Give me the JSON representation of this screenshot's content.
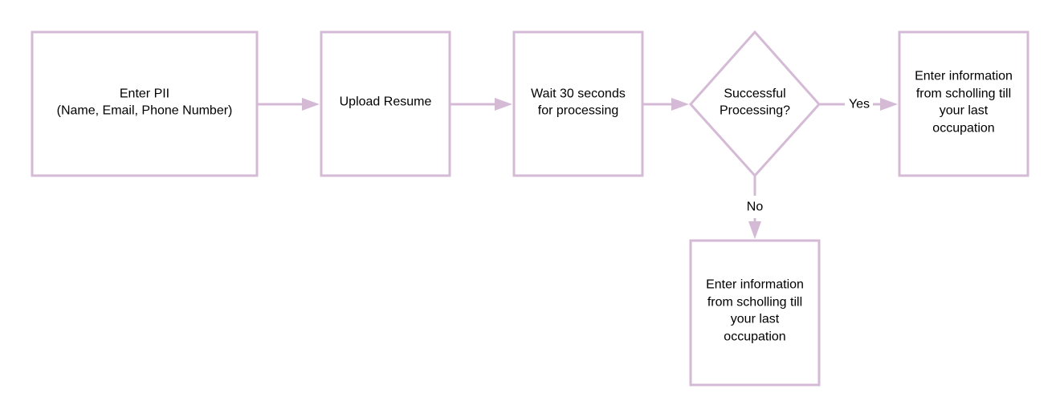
{
  "colors": {
    "stroke": "#d5bad6",
    "background": "#ffffff",
    "text": "#000000"
  },
  "nodes": {
    "enter_pii": {
      "shape": "rectangle",
      "lines": [
        "Enter PII",
        "(Name, Email, Phone Number)"
      ]
    },
    "upload_resume": {
      "shape": "rectangle",
      "lines": [
        "Upload Resume"
      ]
    },
    "wait_processing": {
      "shape": "rectangle",
      "lines": [
        "Wait 30 seconds",
        "for processing"
      ]
    },
    "decision": {
      "shape": "diamond",
      "lines": [
        "Successful",
        "Processing?"
      ]
    },
    "yes_result": {
      "shape": "rectangle",
      "lines": [
        "Enter information",
        "from scholling till",
        "your last",
        "occupation"
      ]
    },
    "no_result": {
      "shape": "rectangle",
      "lines": [
        "Enter information",
        "from scholling till",
        "your last",
        "occupation"
      ]
    }
  },
  "edges": [
    {
      "from": "enter_pii",
      "to": "upload_resume",
      "label": ""
    },
    {
      "from": "upload_resume",
      "to": "wait_processing",
      "label": ""
    },
    {
      "from": "wait_processing",
      "to": "decision",
      "label": ""
    },
    {
      "from": "decision",
      "to": "yes_result",
      "label": "Yes"
    },
    {
      "from": "decision",
      "to": "no_result",
      "label": "No"
    }
  ]
}
